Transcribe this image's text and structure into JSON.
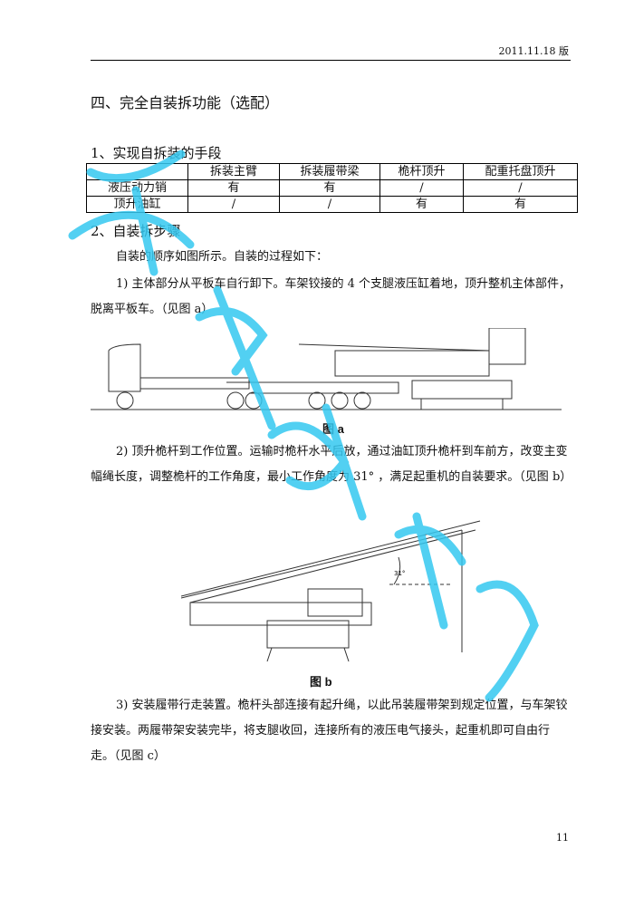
{
  "header": {
    "version": "2011.11.18 版"
  },
  "section_title": "四、完全自装拆功能（选配）",
  "subsection1": "1、实现自拆装的手段",
  "table": {
    "headers": [
      "",
      "拆装主臂",
      "拆装履带梁",
      "桅杆顶升",
      "配重托盘顶升"
    ],
    "rows": [
      [
        "液压动力销",
        "有",
        "有",
        "/",
        "/"
      ],
      [
        "顶升油缸",
        "/",
        "/",
        "有",
        "有"
      ]
    ]
  },
  "subsection2": "2、自装拆步骤",
  "para0": "自装的顺序如图所示。自装的过程如下：",
  "para1": "1) 主体部分从平板车自行卸下。车架铰接的 4 个支腿液压缸着地，顶升整机主体部件，脱离平板车。（见图 a）",
  "fig_a": "图 a",
  "para2": "2) 顶升桅杆到工作位置。运输时桅杆水平后放，通过油缸顶升桅杆到车前方，改变主变幅绳长度，调整桅杆的工作角度，最小工作角度为 31° ，满足起重机的自装要求。（见图 b）",
  "fig_b_angle": "31°",
  "fig_b": "图 b",
  "para3": "3) 安装履带行走装置。桅杆头部连接有起升绳，以此吊装履带架到规定位置，与车架铰接安装。两履带架安装完毕，将支腿收回，连接所有的液压电气接头，起重机即可自由行走。（见图 c）",
  "page_number": "11"
}
